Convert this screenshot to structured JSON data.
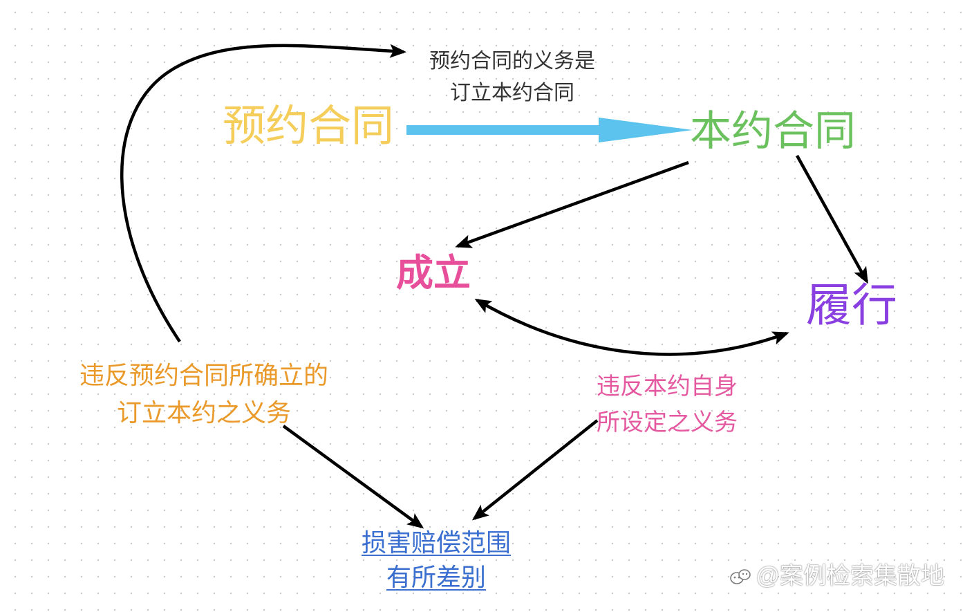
{
  "nodes": {
    "preliminary": "预约合同",
    "main_contract": "本约合同",
    "formation": "成立",
    "performance": "履行"
  },
  "notes": {
    "top": [
      "预约合同的义务是",
      "订立本约合同"
    ],
    "left": [
      "违反预约合同所确立的",
      "订立本约之义务"
    ],
    "right": [
      "违反本约自身",
      "所设定之义务"
    ],
    "bottom": [
      "损害赔偿范围",
      "有所差别"
    ]
  },
  "watermark": "@案例检索集散地",
  "colors": {
    "preliminary": "#f5cd5a",
    "main_contract": "#6cc15f",
    "formation": "#e84f9a",
    "performance": "#8a3fe0",
    "note_left": "#ea9a2a",
    "note_right": "#e459a0",
    "note_bottom": "#3a6fd0",
    "main_arrow": "#5cc3ef",
    "arrow": "#000000"
  }
}
